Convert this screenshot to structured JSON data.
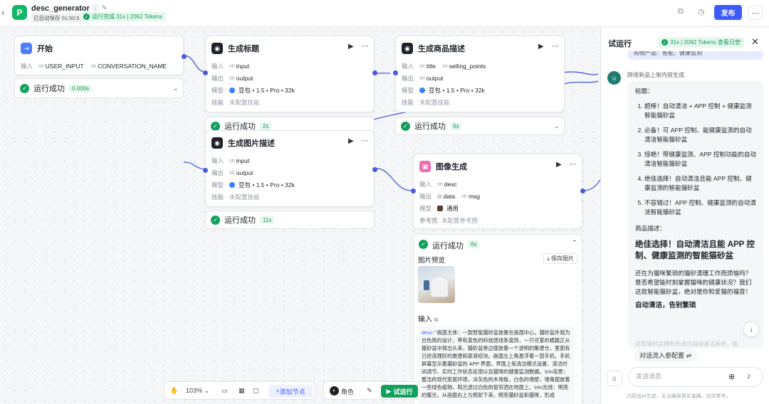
{
  "topbar": {
    "app_name": "desc_generator",
    "saved_text": "已自动保存 01:50:59",
    "run_status": "运行完成 31s | 2062 Tokens",
    "publish_label": "发布"
  },
  "nodes": {
    "start": {
      "title": "开始",
      "input_label": "输入",
      "inputs": [
        "USER_INPUT",
        "CONVERSATION_NAME"
      ],
      "status": "运行成功",
      "duration": "0.000s"
    },
    "title_gen": {
      "title": "生成标题",
      "input_label": "输入",
      "input_val": "input",
      "output_label": "输出",
      "output_val": "output",
      "model_label": "模型",
      "model_val": "豆包 • 1.5 • Pro • 32k",
      "skill_label": "技能",
      "skill_val": "未配置技能",
      "status": "运行成功",
      "duration": "2s"
    },
    "desc_gen": {
      "title": "生成商品描述",
      "input_label": "输入",
      "input_vals": [
        "title",
        "selling_points"
      ],
      "output_label": "输出",
      "output_val": "output",
      "model_label": "模型",
      "model_val": "豆包 • 1.5 • Pro • 32k",
      "skill_label": "技能",
      "skill_val": "未配置技能",
      "status": "运行成功",
      "duration": "9s"
    },
    "img_desc_gen": {
      "title": "生成图片描述",
      "input_label": "输入",
      "input_val": "input",
      "output_label": "输出",
      "output_val": "output",
      "model_label": "模型",
      "model_val": "豆包 • 1.5 • Pro • 32k",
      "skill_label": "技能",
      "skill_val": "未配置技能",
      "status": "运行成功",
      "duration": "11s"
    },
    "img_gen": {
      "title": "图像生成",
      "input_label": "输入",
      "input_val": "desc",
      "output_label": "输出",
      "output_vals": [
        "data",
        "msg"
      ],
      "model_label": "模型",
      "model_val": "通用",
      "ref_label": "参考图",
      "ref_val": "未配置参考图",
      "status": "运行成功",
      "duration": "6s",
      "preview_label": "图片预览",
      "save_label": "保存图片",
      "input_section": "输入",
      "desc_key": "desc",
      "desc_text": ": \"画面主体：一款智能猫砂盆放置在画面中心，猫砂盆外观为白色简约设计，带有蓝色的科技感线条装饰，一只可爱的橘猫正从猫砂盆中探出头来，猫砂盆旁边摆放着一个透明的集便仓，里面有已经清理好的粪便和尿液结块。画面左上角悬浮着一部手机，手机屏幕显示着猫砂盆的 APP 界面，界面上有清洁模式设置、清洁时间调节、实时工作状态反馈以及猫咪的健康监测数据。\\n\\n背景：整洁的现代家居环境，淡灰色的木地板，白色的墙壁，墙角摆放着一些绿色植物，阳光透过白色的窗帘洒在地面上。\\n\\n光线：明亮的暖光，从画面右上方照射下来，照亮猫砂盆和猫咪，形成"
    }
  },
  "type_tag": "str",
  "bottom_toolbar": {
    "zoom": "103%",
    "add_node": "添加节点",
    "role": "角色",
    "test_run": "试运行"
  },
  "panel": {
    "title": "试运行",
    "badge": "31s | 2062 Tokens 查看日志",
    "user_msg": "购物产品：智能、健康监测",
    "bot_name": "跨境新品上架内容生成",
    "title_header": "标题：",
    "titles": [
      "超棒！自动清洁 + APP 控制 + 健康监测智能猫砂盆",
      "必备！可 APP 控制、能健康监测的自动清洁智能猫砂盆",
      "惊艳！带健康监测、APP 控制功能的自动清洁智能猫砂盆",
      "绝佳选择！自动清洁且能 APP 控制、健康监测的智能猫砂盆",
      "不容错过！APP 控制、健康监测的自动清洁智能猫砂盆"
    ],
    "desc_header": "商品描述：",
    "desc_headline": "绝佳选择！自动清洁且能 APP 控制、健康监测的智能猫砂盆",
    "desc_body": "还在为猫咪繁琐的猫砂清理工作而烦恼吗？是否希望能时刻掌握猫咪的健康状况？我们这款智能猫砂盆，绝对是你和爱猫的福音！",
    "desc_sub": "自动清洁，告别繁琐",
    "faded_line": "这款猫砂盆拥有先进的自动清洁系统，猫",
    "suggest": "对话流入参配置",
    "input_placeholder": "发送消息",
    "disclaimer": "内容由AI生成，无法确保真实准确，仅供参考。"
  }
}
